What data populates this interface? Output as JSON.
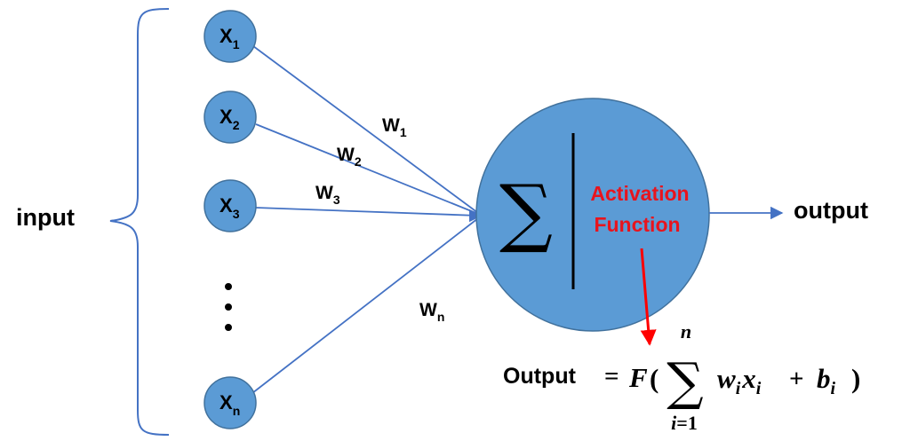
{
  "input_label": "input",
  "output_label": "output",
  "inputs": [
    {
      "base": "X",
      "sub": "1"
    },
    {
      "base": "X",
      "sub": "2"
    },
    {
      "base": "X",
      "sub": "3"
    },
    {
      "base": "X",
      "sub": "n"
    }
  ],
  "weights": [
    {
      "base": "W",
      "sub": "1"
    },
    {
      "base": "W",
      "sub": "2"
    },
    {
      "base": "W",
      "sub": "3"
    },
    {
      "base": "W",
      "sub": "n"
    }
  ],
  "neuron": {
    "sum_symbol": "∑",
    "activation_line1": "Activation",
    "activation_line2": "Function"
  },
  "formula": {
    "label": "Output",
    "equals": "=",
    "func": "F",
    "open_paren": "(",
    "sum_symbol": "∑",
    "upper_limit": "n",
    "lower_var": "i",
    "lower_eq": "=1",
    "w": "w",
    "x": "x",
    "sub": "i",
    "plus": "+",
    "b": "b",
    "close_paren": ")"
  },
  "colors": {
    "node_fill": "#5b9bd5",
    "node_stroke": "#41719c",
    "edge": "#4472c4",
    "activation_text": "#e8141d",
    "pointer_arrow": "#ff0000",
    "text": "#000000"
  }
}
